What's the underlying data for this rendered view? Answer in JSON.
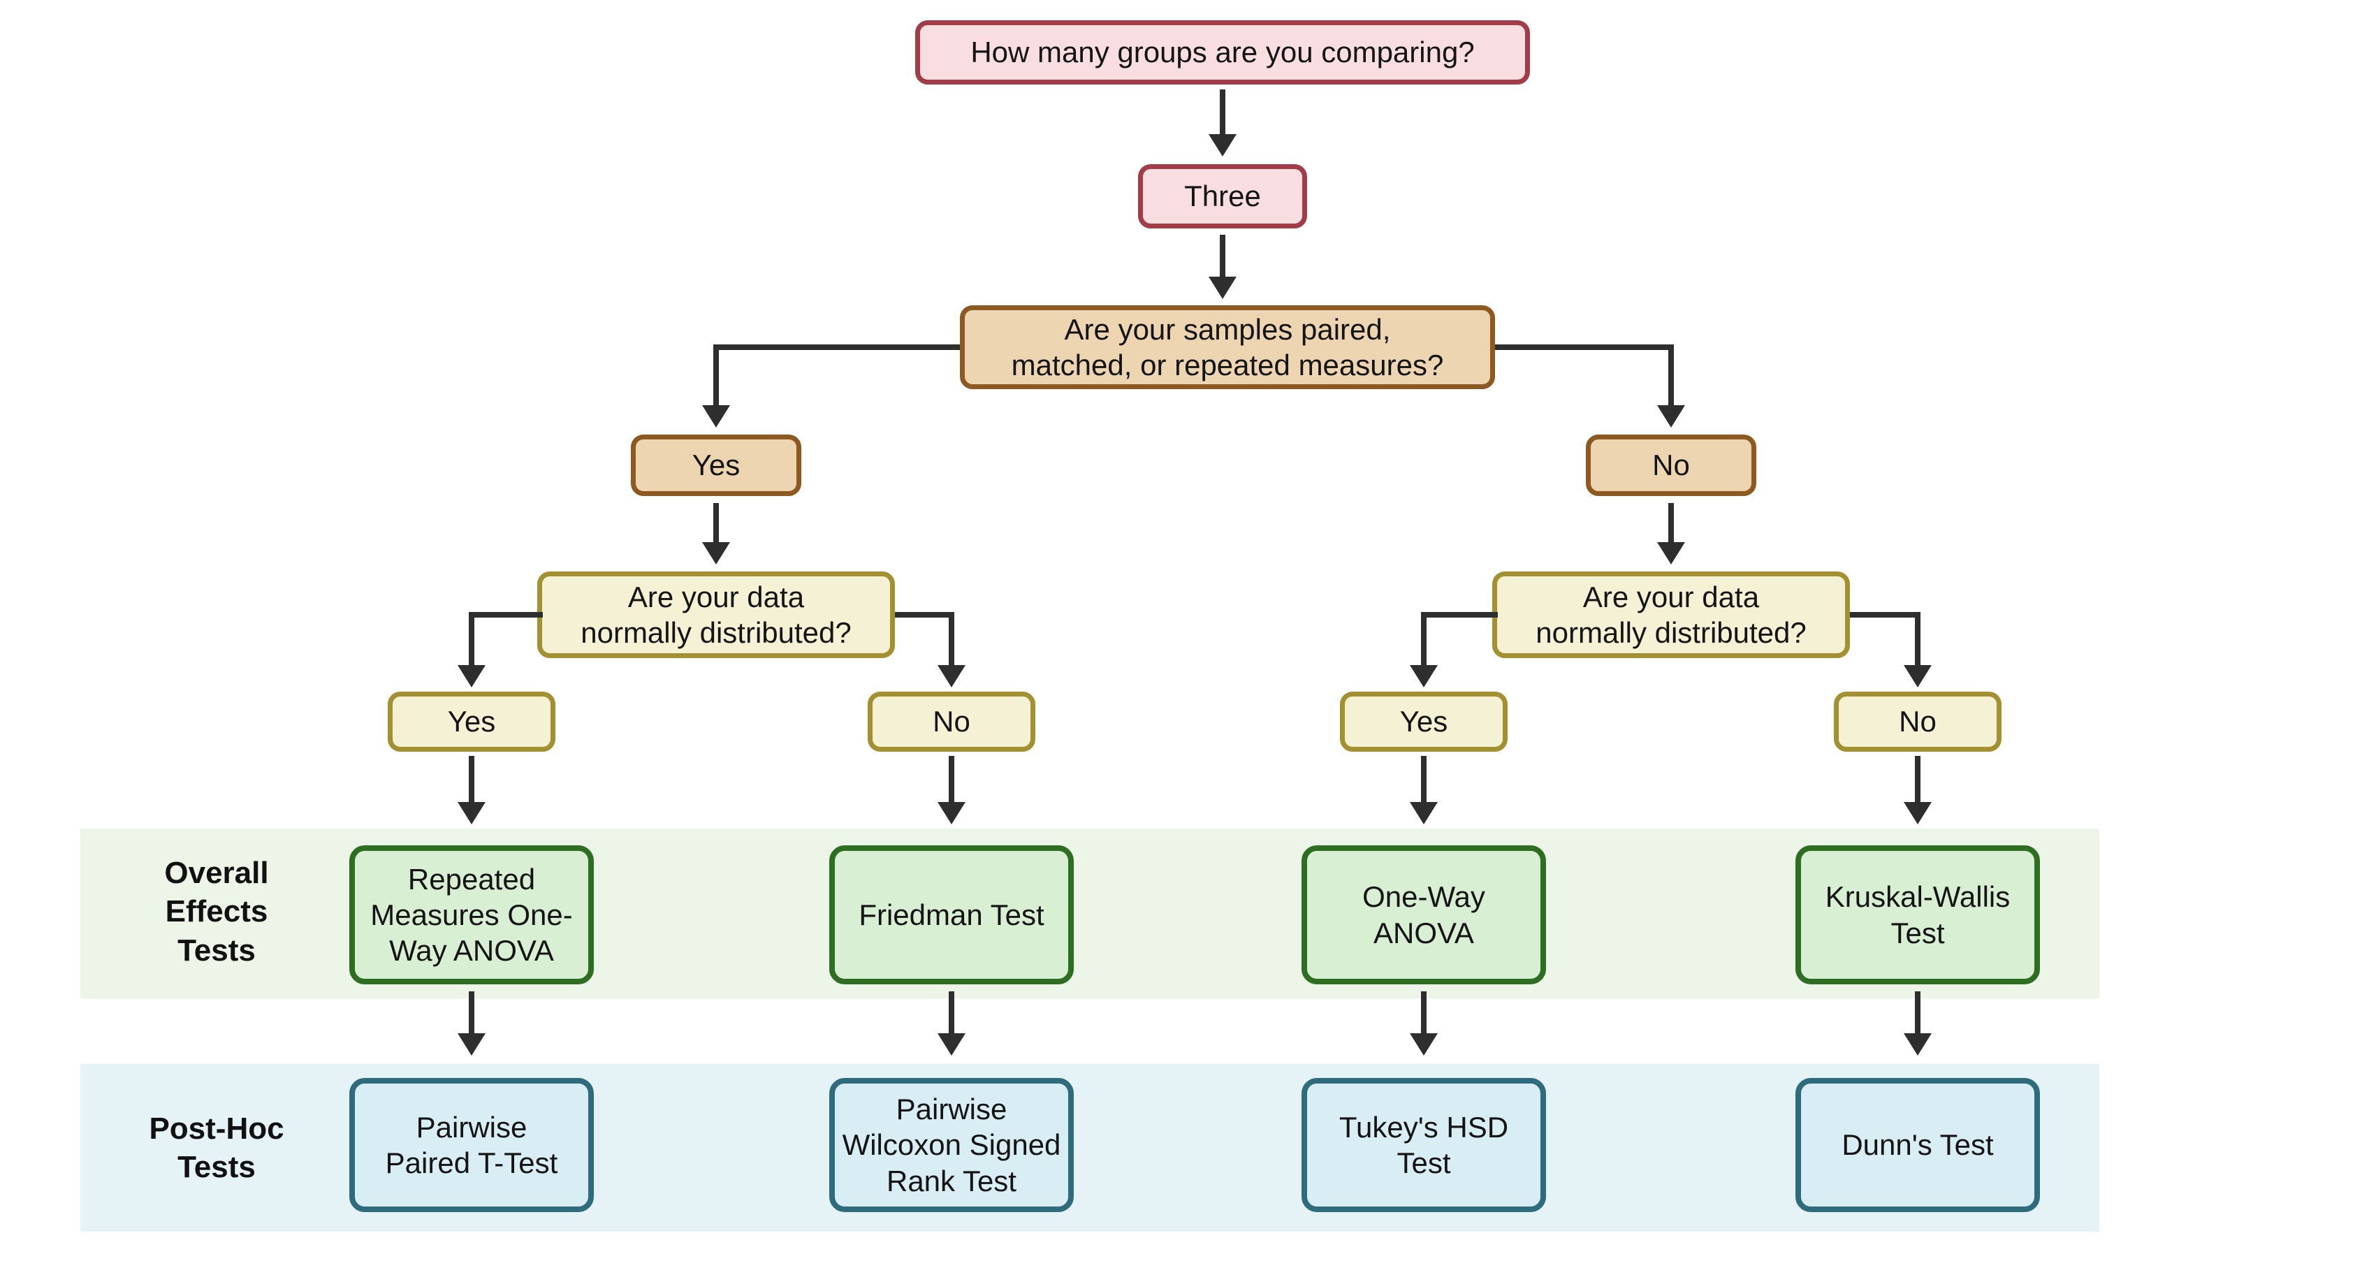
{
  "palette": {
    "question_level1_fill": "#f9dee1",
    "question_level1_border": "#a23c48",
    "question_level2_fill": "#eed5b2",
    "question_level2_border": "#8d5920",
    "question_level3_fill": "#f5f1d4",
    "question_level3_border": "#a39030",
    "overall_test_fill": "#d9efd3",
    "overall_test_border": "#2d6e23",
    "overall_band": "#edf4e8",
    "posthoc_test_fill": "#d9edf5",
    "posthoc_test_border": "#2e6b7d",
    "posthoc_band": "#e5f3f7",
    "arrow": "#2e2e2e",
    "text": "#141414"
  },
  "nodes": {
    "root": "How many groups are you comparing?",
    "count_answer": "Three",
    "paired_question": "Are your samples paired,\nmatched, or repeated measures?",
    "paired_yes": "Yes",
    "paired_no": "No",
    "normality_question_left": "Are your data\nnormally distributed?",
    "normality_question_right": "Are your data\nnormally distributed?",
    "normality_yes_left": "Yes",
    "normality_no_left": "No",
    "normality_yes_right": "Yes",
    "normality_no_right": "No"
  },
  "rows": {
    "overall_effects": {
      "label": "Overall\nEffects\nTests",
      "tests": [
        "Repeated\nMeasures One-\nWay ANOVA",
        "Friedman Test",
        "One-Way\nANOVA",
        "Kruskal-Wallis\nTest"
      ]
    },
    "post_hoc": {
      "label": "Post-Hoc\nTests",
      "tests": [
        "Pairwise\nPaired T-Test",
        "Pairwise\nWilcoxon Signed\nRank Test",
        "Tukey's HSD\nTest",
        "Dunn's Test"
      ]
    }
  }
}
